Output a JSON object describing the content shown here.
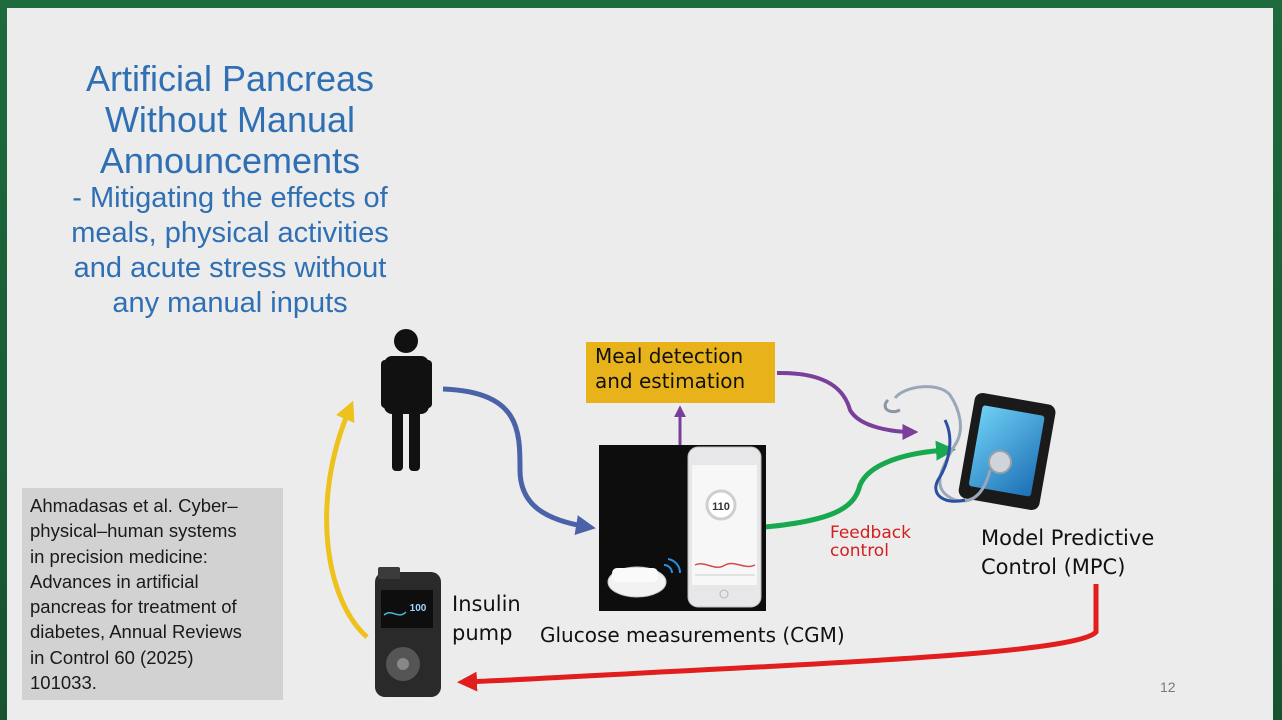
{
  "slide": {
    "title_lines": [
      "Artificial Pancreas",
      "Without Manual",
      "Announcements"
    ],
    "subtitle_lines": [
      "- Mitigating the effects of",
      "meals, physical activities",
      "and acute stress  without",
      "any manual inputs"
    ],
    "citation_lines": [
      "Ahmadasas et al. Cyber–",
      "physical–human systems",
      "in precision medicine:",
      "Advances in artificial",
      "pancreas for treatment of",
      "diabetes, Annual Reviews",
      "in Control 60 (2025)",
      "101033."
    ],
    "page_number": "12"
  },
  "diagram": {
    "meal_box_lines": [
      "Meal detection",
      "and estimation"
    ],
    "insulin_pump_lines": [
      "Insulin",
      "pump"
    ],
    "cgm_label": "Glucose measurements (CGM)",
    "mpc_lines": [
      "Model Predictive",
      "Control (MPC)"
    ],
    "feedback_lines": [
      "Feedback",
      "control"
    ],
    "pump_screen_value": "100",
    "cgm_phone_value": "110",
    "colors": {
      "human_to_cgm": "#4a63a8",
      "meal_arrow": "#7a3f9a",
      "feedback_arrow": "#18a850",
      "mpc_to_pump": "#e11d1d",
      "pump_to_human": "#eec21c",
      "meal_box": "#e8b21b"
    },
    "icons": [
      "person-icon",
      "cgm-phone-image",
      "cgm-sensor-image",
      "stethoscope-icon",
      "tablet-icon",
      "insulin-pump-image"
    ]
  }
}
